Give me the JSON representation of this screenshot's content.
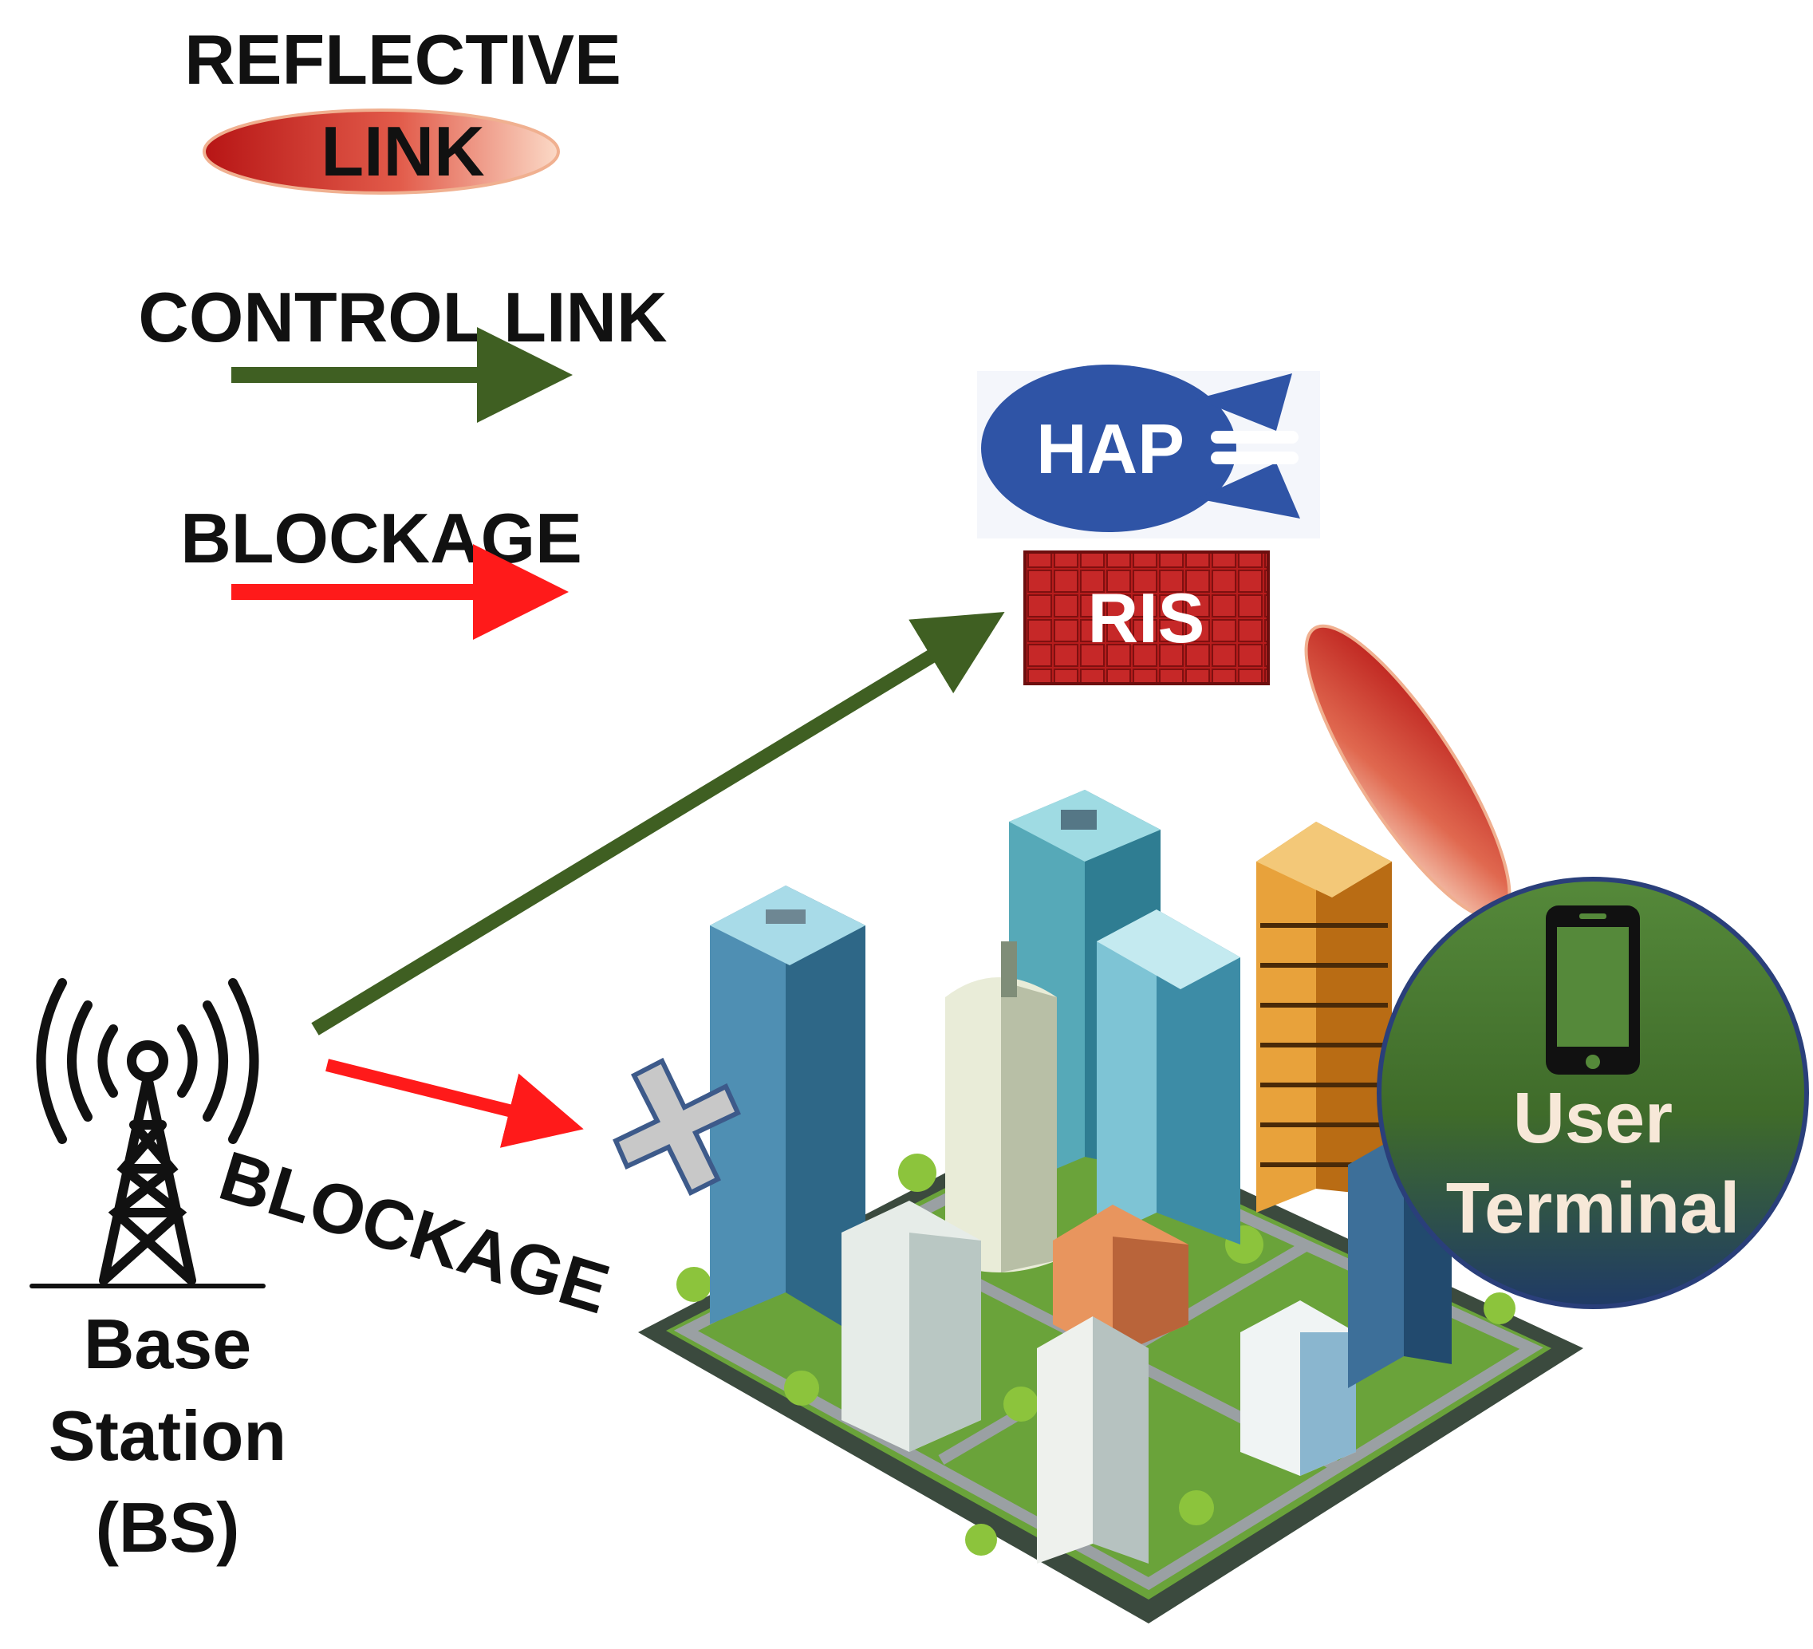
{
  "legend": {
    "reflective_label_top": "REFLECTIVE",
    "reflective_label_bottom": "LINK",
    "control_label": "CONTROL LINK",
    "blockage_label": "BLOCKAGE"
  },
  "nodes": {
    "hap_label": "HAP",
    "ris_label": "RIS",
    "user_terminal_line1": "User",
    "user_terminal_line2": "Terminal",
    "base_station_line1": "Base",
    "base_station_line2": "Station",
    "base_station_line3": "(BS)"
  },
  "links": {
    "blockage_label": "BLOCKAGE"
  },
  "colors": {
    "control_link": "#3f5f22",
    "blockage_link": "#ff1a1a",
    "reflective_beam": "#c0281e",
    "hap_blue": "#2f54a6",
    "ris_red": "#b71c1c",
    "user_terminal_green": "#4e7d2b",
    "user_terminal_navy": "#1f3a66",
    "blocked_cross": "#c8c8c8"
  }
}
